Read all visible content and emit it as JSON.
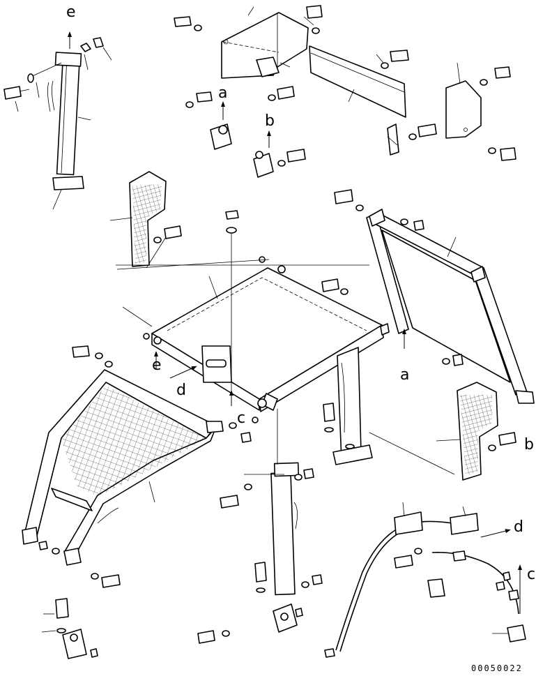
{
  "diagram": {
    "ref_labels": {
      "e_top": "e",
      "a_top": "a",
      "b_top": "b",
      "e_mid": "e",
      "d_mid": "d",
      "c_mid": "c",
      "a_right": "a",
      "b_right": "b",
      "d_right": "d",
      "c_right": "c"
    },
    "drawing_number": "00050022"
  }
}
